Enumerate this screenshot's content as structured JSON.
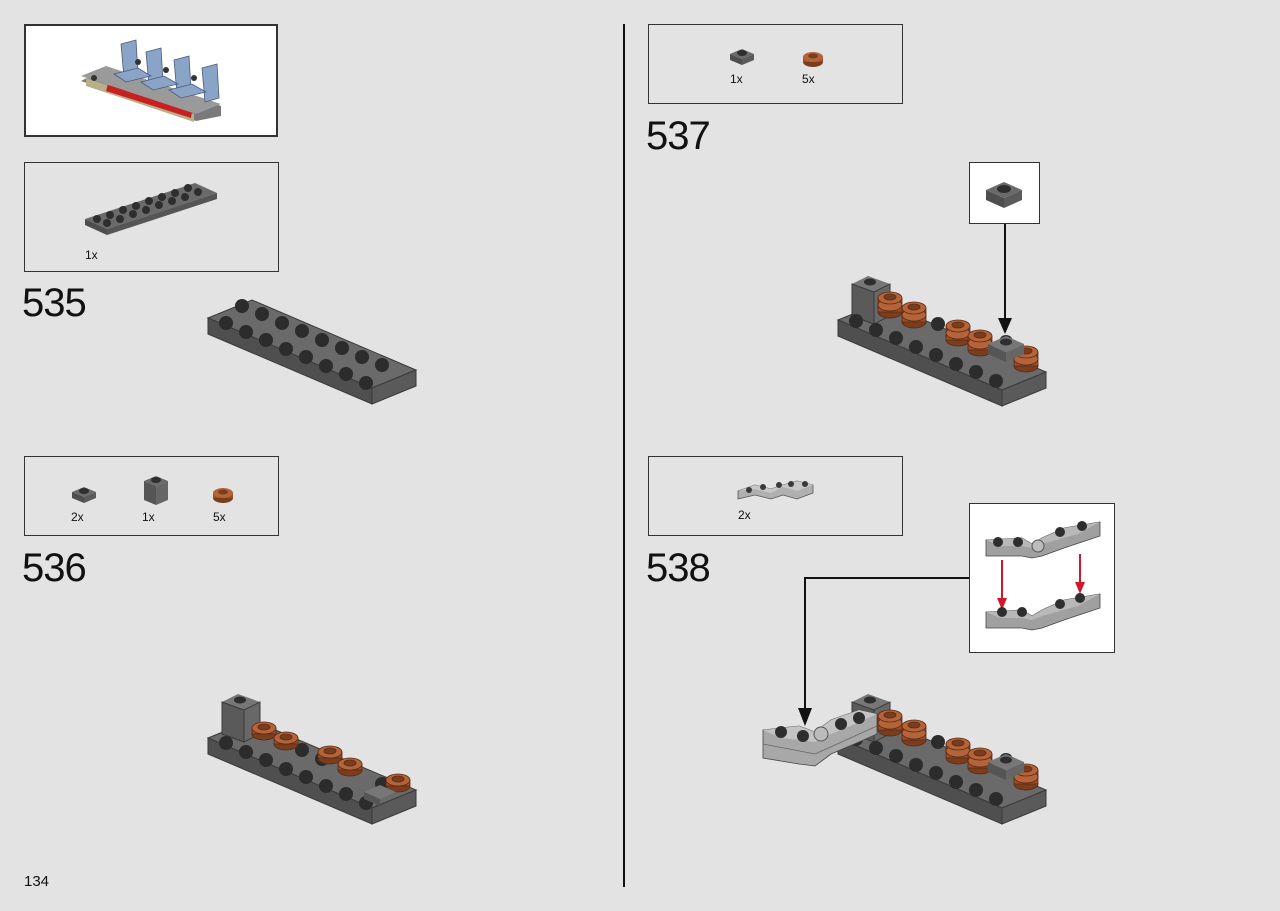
{
  "page": {
    "number": "134"
  },
  "steps": [
    {
      "number": "535",
      "parts": [
        {
          "name": "dark-gray-plate-2x8",
          "qty": "1x"
        }
      ]
    },
    {
      "number": "536",
      "parts": [
        {
          "name": "dark-gray-plate-1x1",
          "qty": "2x"
        },
        {
          "name": "dark-gray-brick-1x1",
          "qty": "1x"
        },
        {
          "name": "brown-round-plate-1x1",
          "qty": "5x"
        }
      ]
    },
    {
      "number": "537",
      "parts": [
        {
          "name": "dark-gray-plate-1x1",
          "qty": "1x"
        },
        {
          "name": "brown-round-plate-1x1",
          "qty": "5x"
        }
      ]
    },
    {
      "number": "538",
      "parts": [
        {
          "name": "light-gray-wedge-plate",
          "qty": "2x"
        }
      ]
    }
  ],
  "colors": {
    "background": "#e3e3e3",
    "dark_gray_brick": "#5f5f5f",
    "light_gray_brick": "#a9a9a9",
    "brown_plate": "#9a4f2a",
    "arrow_red": "#d01a2a",
    "seat_blue": "#8aa4c8"
  }
}
